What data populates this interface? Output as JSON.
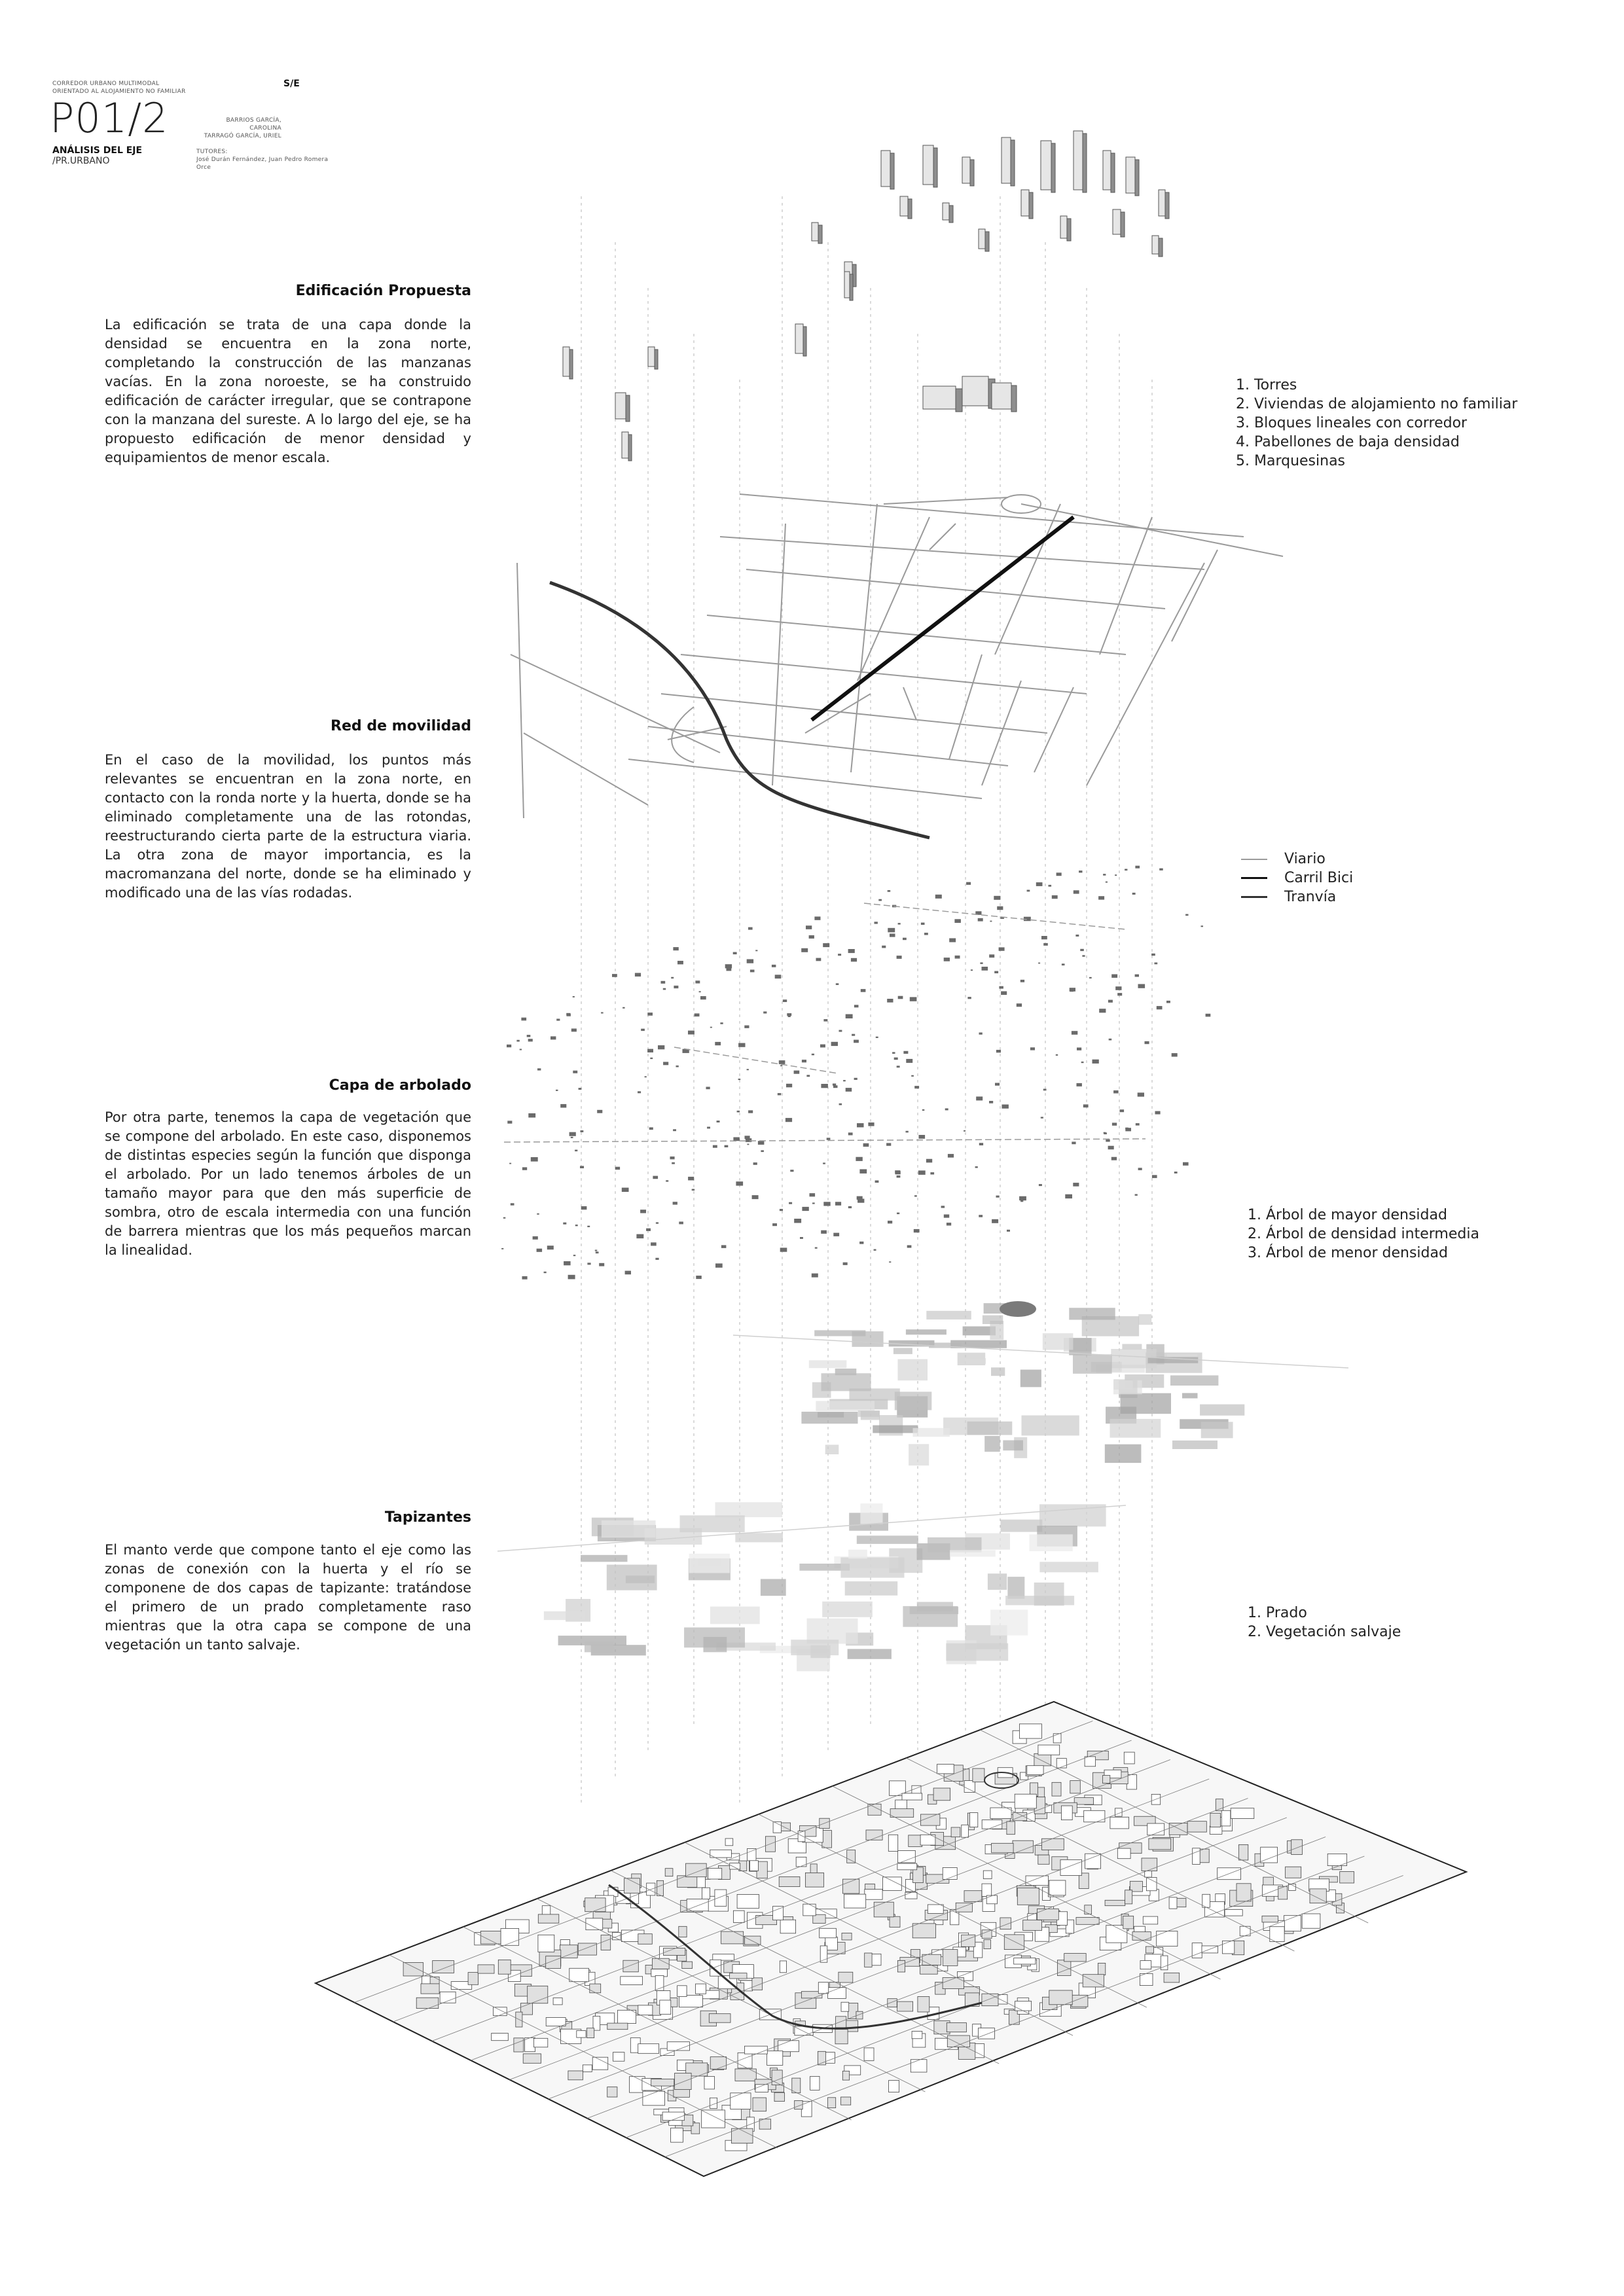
{
  "header": {
    "project_line": "CORREDOR URBANO MULTIMODAL ORIENTADO AL ALOJAMIENTO NO FAMILIAR",
    "scale": "S/E",
    "sheet_code": "P01/2",
    "sheet_title": "ANÁLISIS DEL EJE",
    "sheet_subtitle": "/PR.URBANO",
    "authors": [
      "BARRIOS GARCÍA, CAROLINA",
      "TARRAGÓ GARCÍA, URIEL"
    ],
    "tutors_label": "TUTORES:",
    "tutors": "José Durán Fernández, Juan Pedro Romera Orce"
  },
  "sections": [
    {
      "title": "Edificación Propuesta",
      "text": "La edificación se trata de una capa donde la densidad se encuentra en la zona norte, completando la construcción de las manzanas vacías. En la zona noroeste, se ha construido edificación de carácter irregular, que se contrapone con la manzana del sureste. A lo largo del eje, se ha propuesto edificación de menor densidad y equipamientos de menor escala."
    },
    {
      "title": "Red de movilidad",
      "text": "En el caso de la movilidad, los puntos más relevantes se encuentran en la zona norte, en contacto con la ronda norte y la huerta, donde se ha eliminado completamente una de las rotondas, reestructurando cierta parte de la estructura viaria. La otra zona de mayor importancia, es la macromanzana del norte, donde se ha eliminado y modificado una de las vías rodadas."
    },
    {
      "title": "Capa de arbolado",
      "text": "Por otra parte, tenemos la capa de vegetación que se compone del arbolado. En este caso, disponemos de distintas especies según la función que disponga el arbolado. Por un lado tenemos árboles de un tamaño mayor para que den más superficie de sombra, otro de escala intermedia con una función de barrera mientras que los más pequeños marcan la linealidad."
    },
    {
      "title": "Tapizantes",
      "text": "El manto verde que compone tanto el eje como las zonas de conexión con la huerta y el río se componene de dos capas de tapizante: tratándose el primero de un prado completamente raso mientras que la otra capa se compone de una vegetación un tanto salvaje."
    }
  ],
  "legends": {
    "buildings": [
      "1. Torres",
      "2. Viviendas de alojamiento no familiar",
      "3. Bloques lineales con corredor",
      "4. Pabellones de baja densidad",
      "5. Marquesinas"
    ],
    "mobility": [
      {
        "label": "Viario",
        "color": "#9a9a9a",
        "weight": "thin"
      },
      {
        "label": "Carril Bici",
        "color": "#111111",
        "weight": "medium"
      },
      {
        "label": "Tranvía",
        "color": "#333333",
        "weight": "medium"
      }
    ],
    "trees": [
      "1. Árbol de mayor densidad",
      "2. Árbol de densidad intermedia",
      "3. Árbol de menor densidad"
    ],
    "groundcover": [
      "1. Prado",
      "2. Vegetación salvaje"
    ]
  },
  "colors": {
    "text": "#1a1a1a",
    "road": "#9a9a9a",
    "bike_lane": "#111111",
    "tram": "#333333",
    "building_fill": "#cfcfcf",
    "groundcover_fill": "#d6d6d6"
  }
}
